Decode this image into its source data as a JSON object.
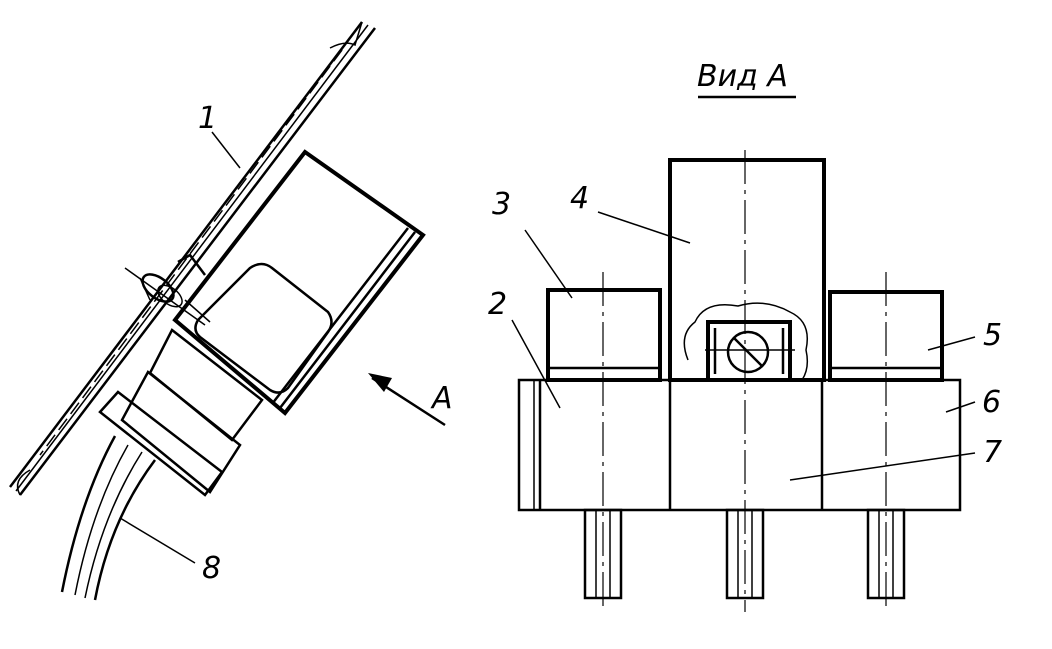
{
  "view_title": "Вид А",
  "arrow_label": "A",
  "callouts": [
    "1",
    "2",
    "3",
    "4",
    "5",
    "6",
    "7",
    "8"
  ]
}
